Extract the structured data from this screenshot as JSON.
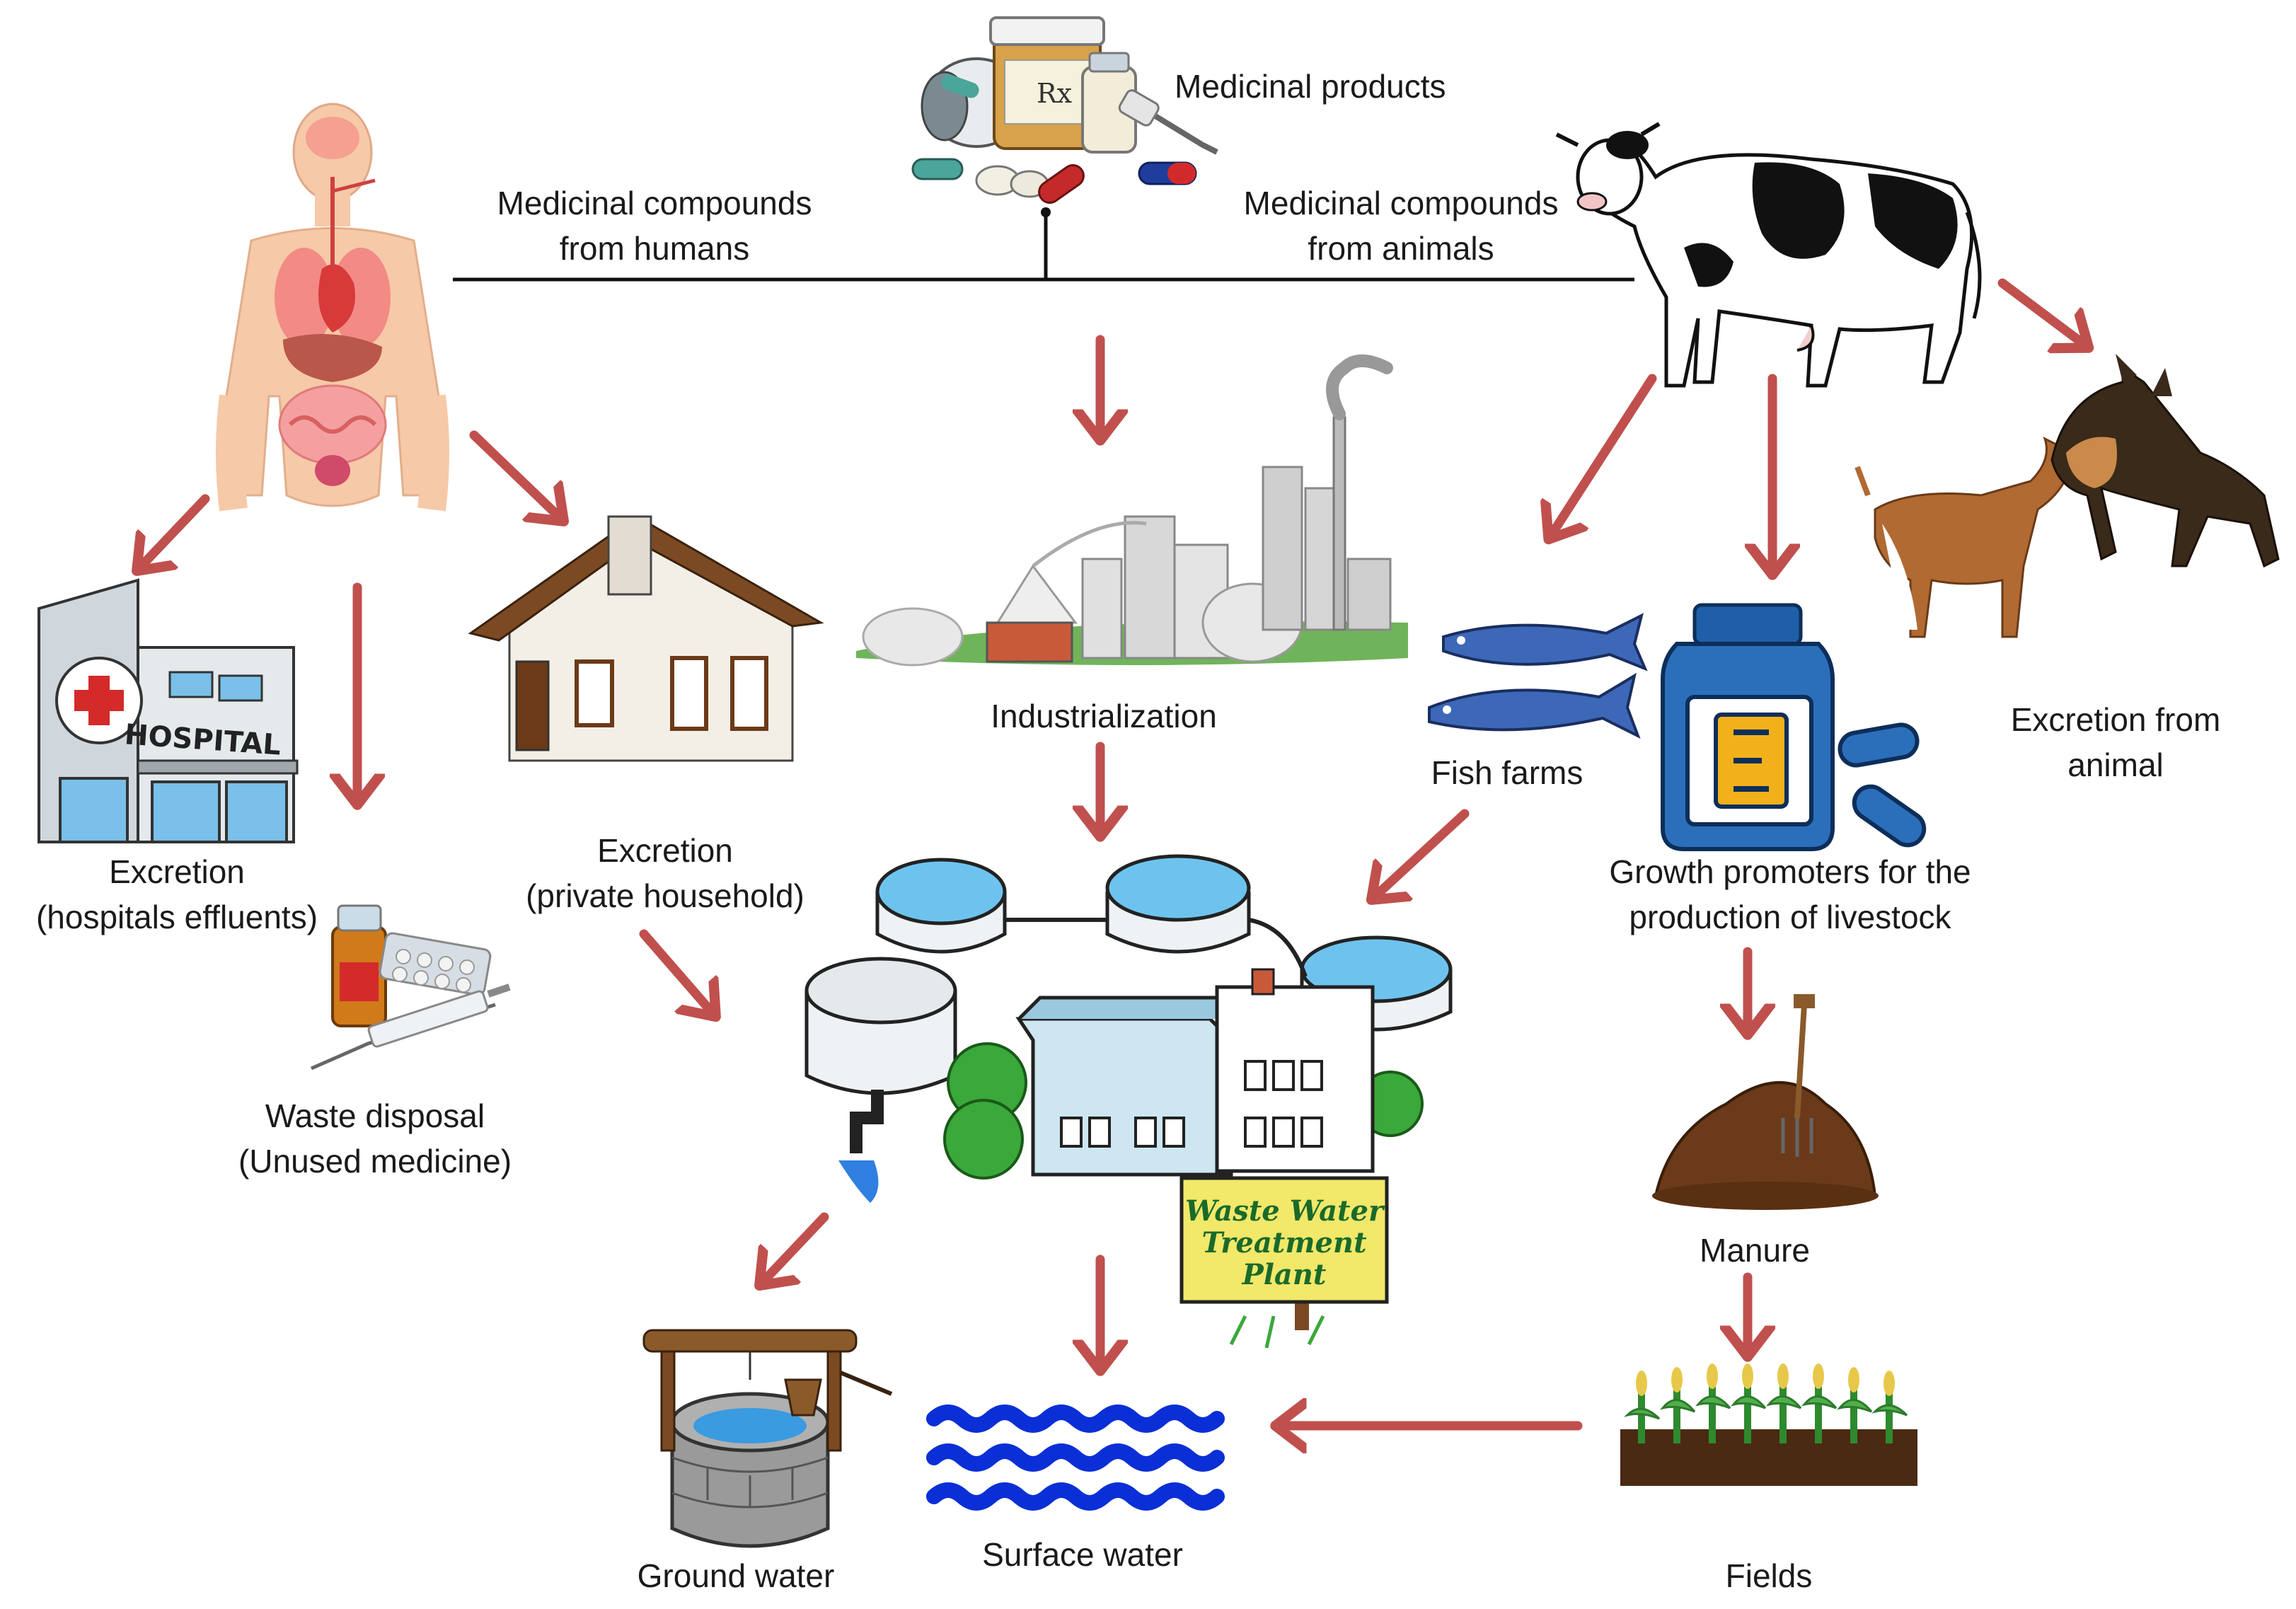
{
  "colors": {
    "arrow": "#c0504d",
    "line": "#111111",
    "water": "#0b2fd6",
    "pool": "#6ec3ee",
    "tree": "#3aa83a",
    "plate": "#f2e86a"
  },
  "labels": {
    "medicinal_products": "Medicinal products",
    "from_humans": [
      "Medicinal compounds",
      "from humans"
    ],
    "from_animals": [
      "Medicinal compounds",
      "from animals"
    ],
    "hospital": [
      "Excretion",
      "(hospitals effluents)"
    ],
    "household": [
      "Excretion",
      "(private household)"
    ],
    "waste_disposal": [
      "Waste disposal",
      "(Unused medicine)"
    ],
    "industrialization": "Industrialization",
    "fish_farms": "Fish farms",
    "growth_promoters": [
      "Growth promoters for the",
      "production of livestock"
    ],
    "excretion_animal": [
      "Excretion from",
      "animal"
    ],
    "manure": "Manure",
    "fields": "Fields",
    "ground_water": "Ground water",
    "surface_water": "Surface water"
  },
  "illustration_text": {
    "hospital_sign": "HOSPITAL",
    "plant_sign": [
      "Waste Water",
      "Treatment",
      "Plant"
    ],
    "rx": "Rx"
  },
  "icons": [
    "human-body-icon",
    "medicine-bottles-icon",
    "cow-icon",
    "hospital-icon",
    "house-icon",
    "factory-icon",
    "fish-icon",
    "medicine-jar-icon",
    "goat-dog-icon",
    "waste-medicine-icon",
    "treatment-plant-icon",
    "manure-icon",
    "field-icon",
    "well-icon",
    "surface-water-icon"
  ]
}
